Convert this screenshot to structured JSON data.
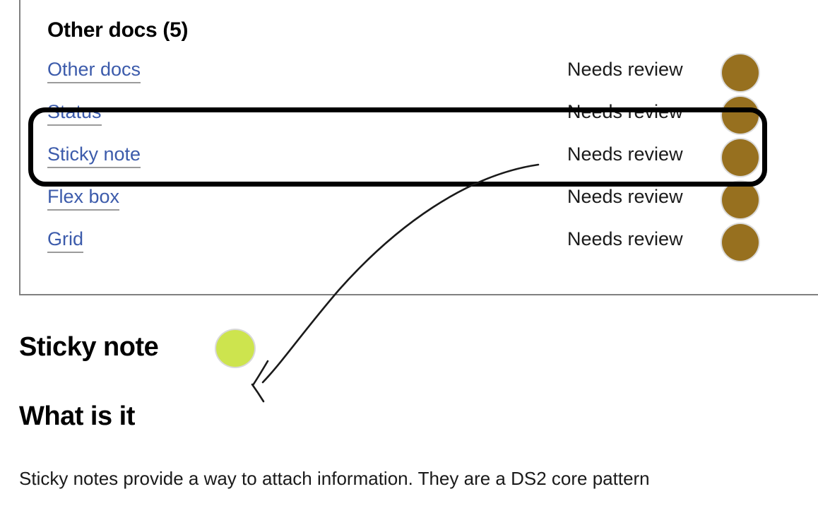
{
  "panel": {
    "heading": "Other docs (5)",
    "rows": [
      {
        "name": "Other docs",
        "status": "Needs review",
        "dot_color": "#97701f",
        "highlighted": false
      },
      {
        "name": "Status",
        "status": "Needs review",
        "dot_color": "#97701f",
        "highlighted": true
      },
      {
        "name": "Sticky note",
        "status": "Needs review",
        "dot_color": "#97701f",
        "highlighted": true
      },
      {
        "name": "Flex box",
        "status": "Needs review",
        "dot_color": "#97701f",
        "highlighted": false
      },
      {
        "name": "Grid",
        "status": "Needs review",
        "dot_color": "#97701f",
        "highlighted": false
      }
    ]
  },
  "content": {
    "section_title": "Sticky note",
    "section_dot_color": "#cde44e",
    "sub_title": "What is it",
    "body": "Sticky notes provide a way to attach information. They are a DS2 core pattern"
  },
  "annotations": {
    "highlight_box_color": "#000000",
    "arrow_color": "#1a1a1a"
  },
  "colors": {
    "link": "#3c5bab",
    "link_underline": "#9b9b9b",
    "panel_border": "#808080",
    "text": "#1a1a1a",
    "background": "#ffffff"
  }
}
